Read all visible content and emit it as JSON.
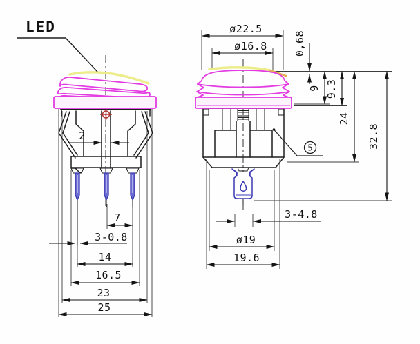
{
  "labels": {
    "led": "LED",
    "balloon": "5"
  },
  "left_view_dims": {
    "actuator_slot_width": "2",
    "pin_pitch": "7",
    "pin_thickness": "3-0.8",
    "pin_span": "14",
    "lower_body_width": "16.5",
    "body_width": "23",
    "bezel_width": "25"
  },
  "right_view_dims": {
    "outer_diameter": "ø22.5",
    "inner_diameter": "ø16.8",
    "lip_height": "0,68",
    "bezel_height": "9",
    "bezel_height_alt": "9.3",
    "body_height": "24",
    "total_height": "32.8",
    "terminal_width": "3-4.8",
    "barrel_diameter": "ø19",
    "body_depth": "19.6"
  },
  "colors": {
    "magenta": "#e23ce2",
    "pink-fill": "#fdf3fd",
    "yellow": "#ecec8a",
    "orange": "#e2b050",
    "blue": "#3a3ab4",
    "blue-fill": "#6a6ad0",
    "red": "#b23636",
    "line": "#1f1f1f",
    "dim": "#141414"
  }
}
